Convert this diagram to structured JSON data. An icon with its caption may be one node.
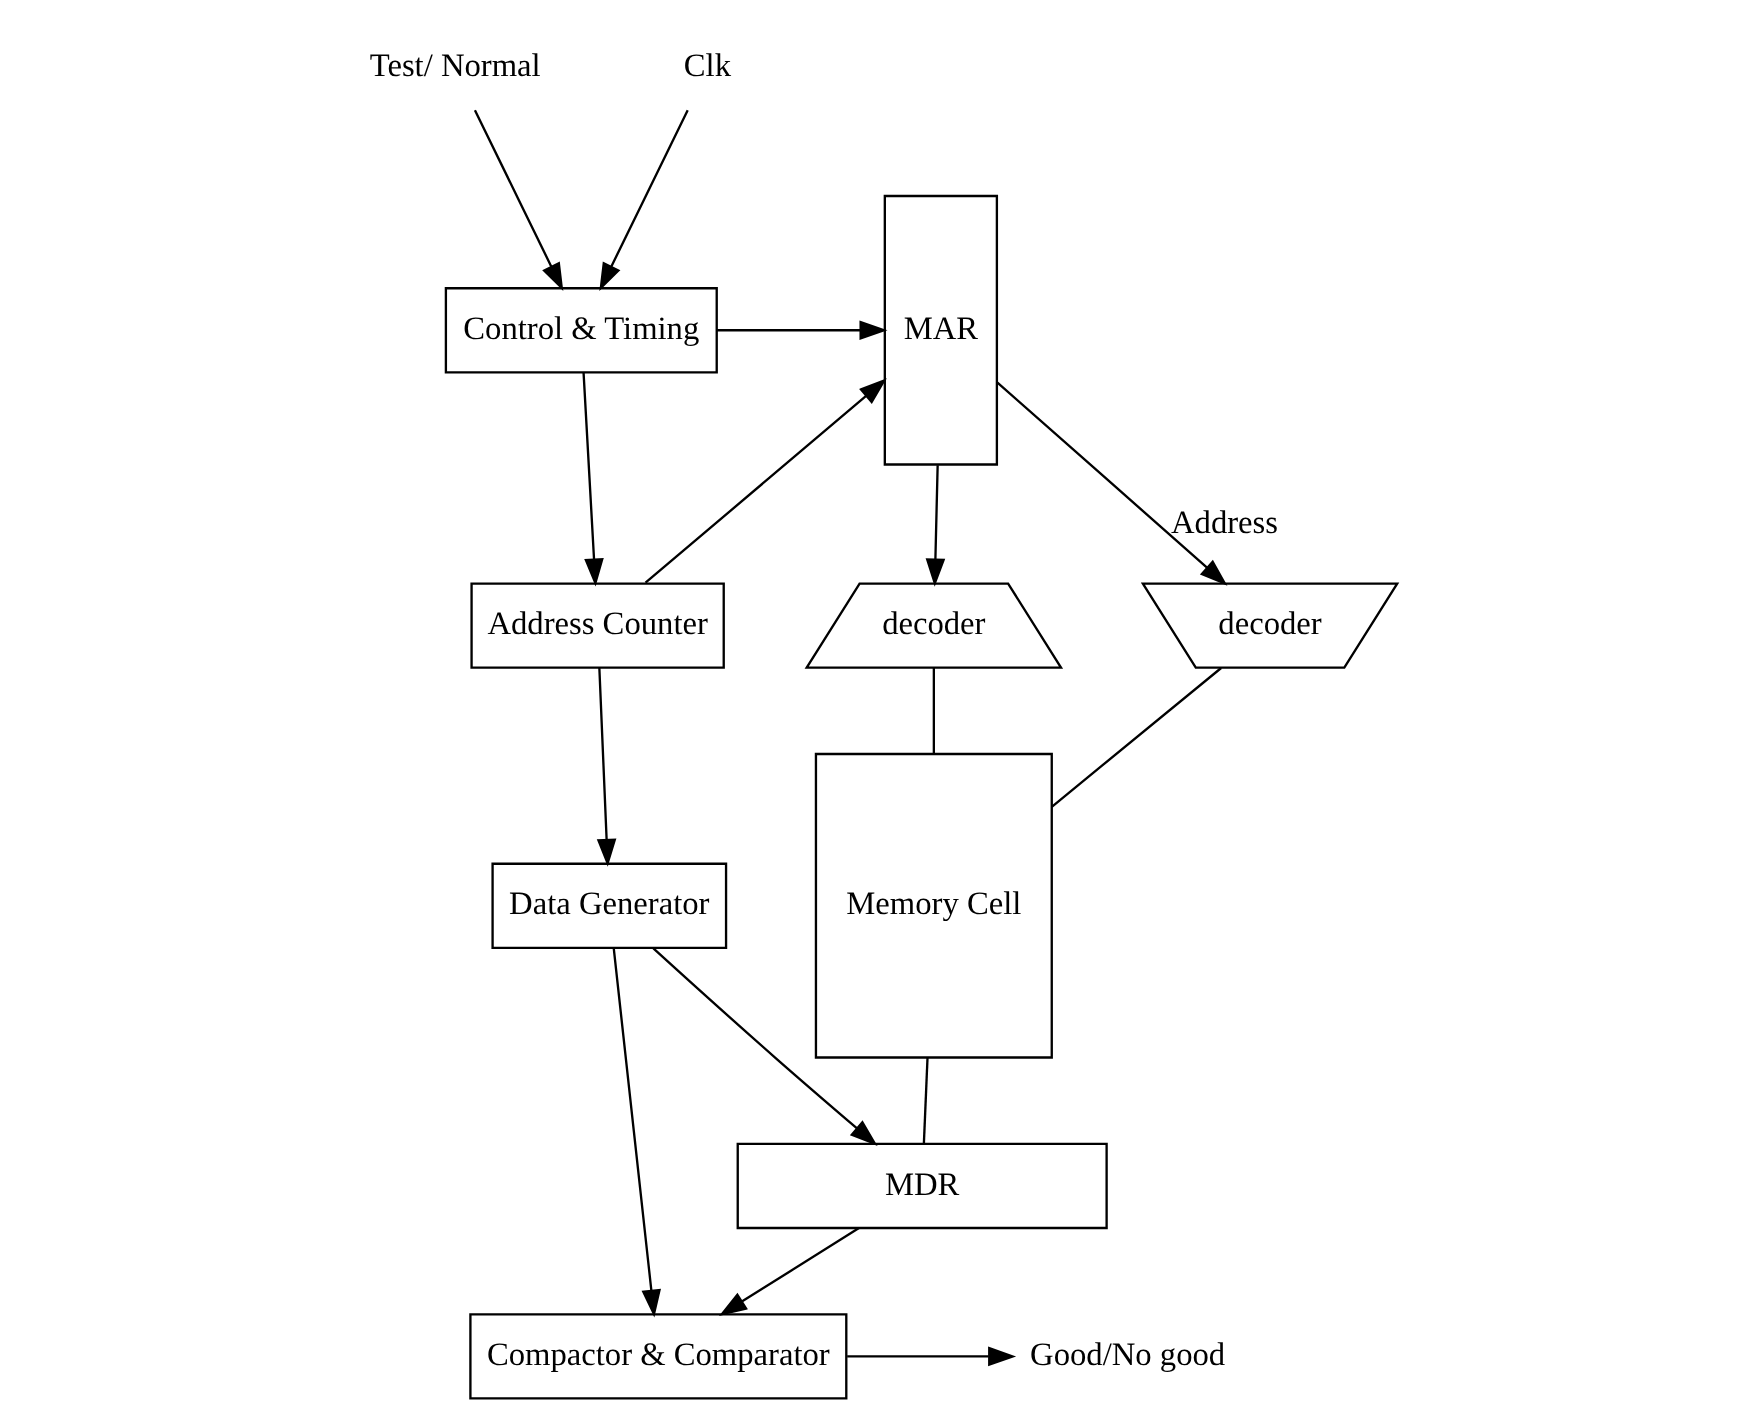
{
  "diagram": {
    "nodes": [
      {
        "text": [
          "Test/ Normal"
        ]
      },
      {
        "text": [
          "Clk"
        ]
      },
      {
        "text": [
          "Control & Timing"
        ]
      },
      {
        "text": [
          "MAR"
        ]
      },
      {
        "text": [
          "decoder"
        ]
      },
      {
        "text": [
          "decoder"
        ]
      },
      {
        "text": [
          "Memory Cell"
        ]
      },
      {
        "text": [
          "Address Counter"
        ]
      },
      {
        "text": [
          "MDR"
        ]
      },
      {
        "text": [
          "Data Generator"
        ]
      },
      {
        "text": [
          "Compactor & Comparator"
        ]
      },
      {
        "text": [
          "Good/No good"
        ]
      }
    ],
    "edges": [
      {
        "from": 0,
        "to": 2,
        "arrow": "to"
      },
      {
        "from": 1,
        "to": 2,
        "arrow": "to"
      },
      {
        "from": 2,
        "to": 3,
        "arrow": "to"
      },
      {
        "from": 3,
        "to": 4,
        "arrow": "to",
        "label": "Address"
      },
      {
        "from": 3,
        "to": 5,
        "arrow": "to"
      },
      {
        "from": 2,
        "to": 7,
        "arrow": "to"
      },
      {
        "from": 7,
        "to": 3,
        "arrow": "to"
      },
      {
        "from": 7,
        "to": 9,
        "arrow": "to"
      },
      {
        "from": 4,
        "to": 6,
        "arrow": "none"
      },
      {
        "from": 5,
        "to": 6,
        "arrow": "none"
      },
      {
        "from": 6,
        "to": 8,
        "arrow": "none"
      },
      {
        "from": 8,
        "to": 10,
        "arrow": "to"
      },
      {
        "from": 9,
        "to": 8,
        "arrow": "to"
      },
      {
        "from": 9,
        "to": 10,
        "arrow": "to"
      },
      {
        "from": 10,
        "to": 11,
        "arrow": "to"
      }
    ]
  }
}
